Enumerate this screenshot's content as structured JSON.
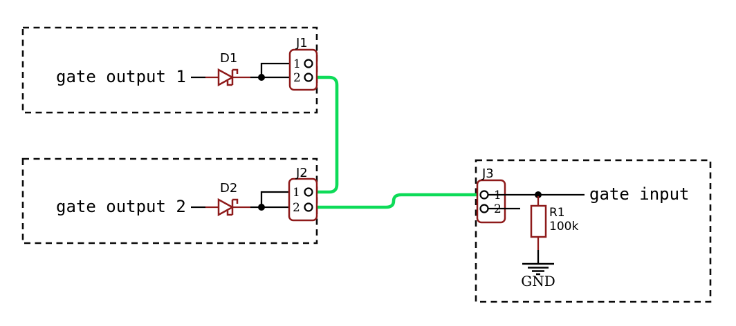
{
  "colors": {
    "background": "#ffffff",
    "wire": "#000000",
    "component_outline": "#8e1a1a",
    "highlighted_net": "#0ddb58",
    "text": "#000000"
  },
  "block1": {
    "net_label": "gate output 1",
    "diode_ref": "D1",
    "connector_ref": "J1",
    "pin1": "1",
    "pin2": "2"
  },
  "block2": {
    "net_label": "gate output 2",
    "diode_ref": "D2",
    "connector_ref": "J2",
    "pin1": "1",
    "pin2": "2"
  },
  "block3": {
    "connector_ref": "J3",
    "pin1": "1",
    "pin2": "2",
    "net_label": "gate input",
    "resistor_ref": "R1",
    "resistor_value": "100k",
    "ground_label": "GND"
  }
}
